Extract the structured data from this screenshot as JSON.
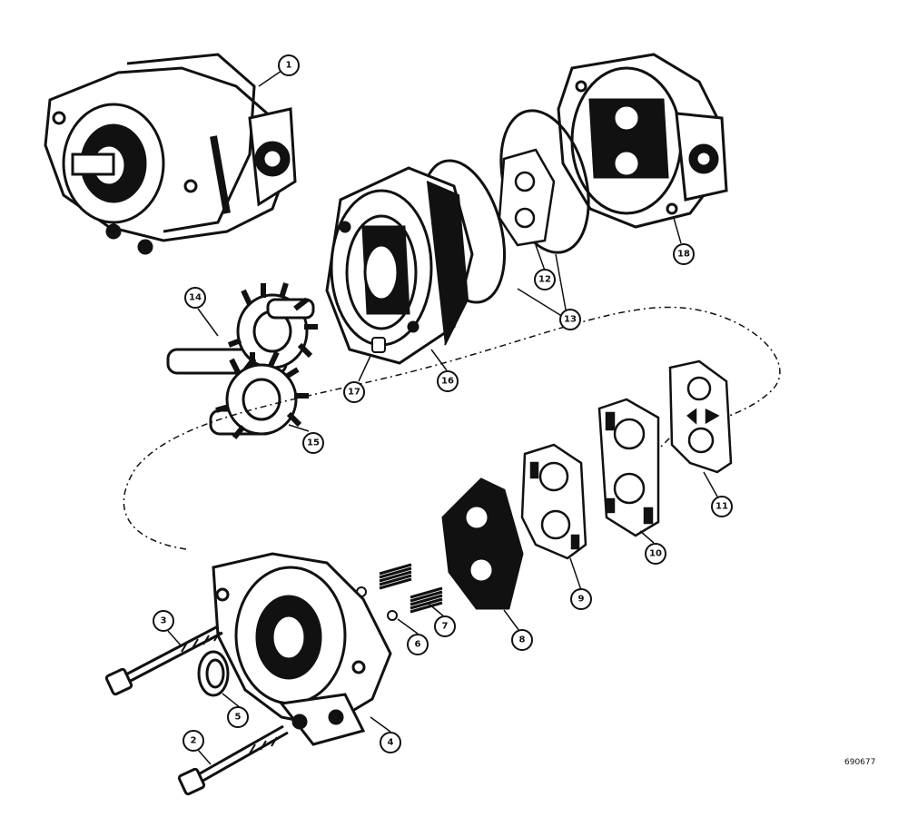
{
  "figure_ref": "690677",
  "callouts": {
    "c1": "1",
    "c2": "2",
    "c3": "3",
    "c4": "4",
    "c5": "5",
    "c6": "6",
    "c7": "7",
    "c8": "8",
    "c9": "9",
    "c10": "10",
    "c11": "11",
    "c12": "12",
    "c13": "13",
    "c14": "14",
    "c15": "15",
    "c16": "16",
    "c17": "17",
    "c18": "18"
  },
  "colors": {
    "ink": "#111111",
    "paper": "#ffffff"
  }
}
